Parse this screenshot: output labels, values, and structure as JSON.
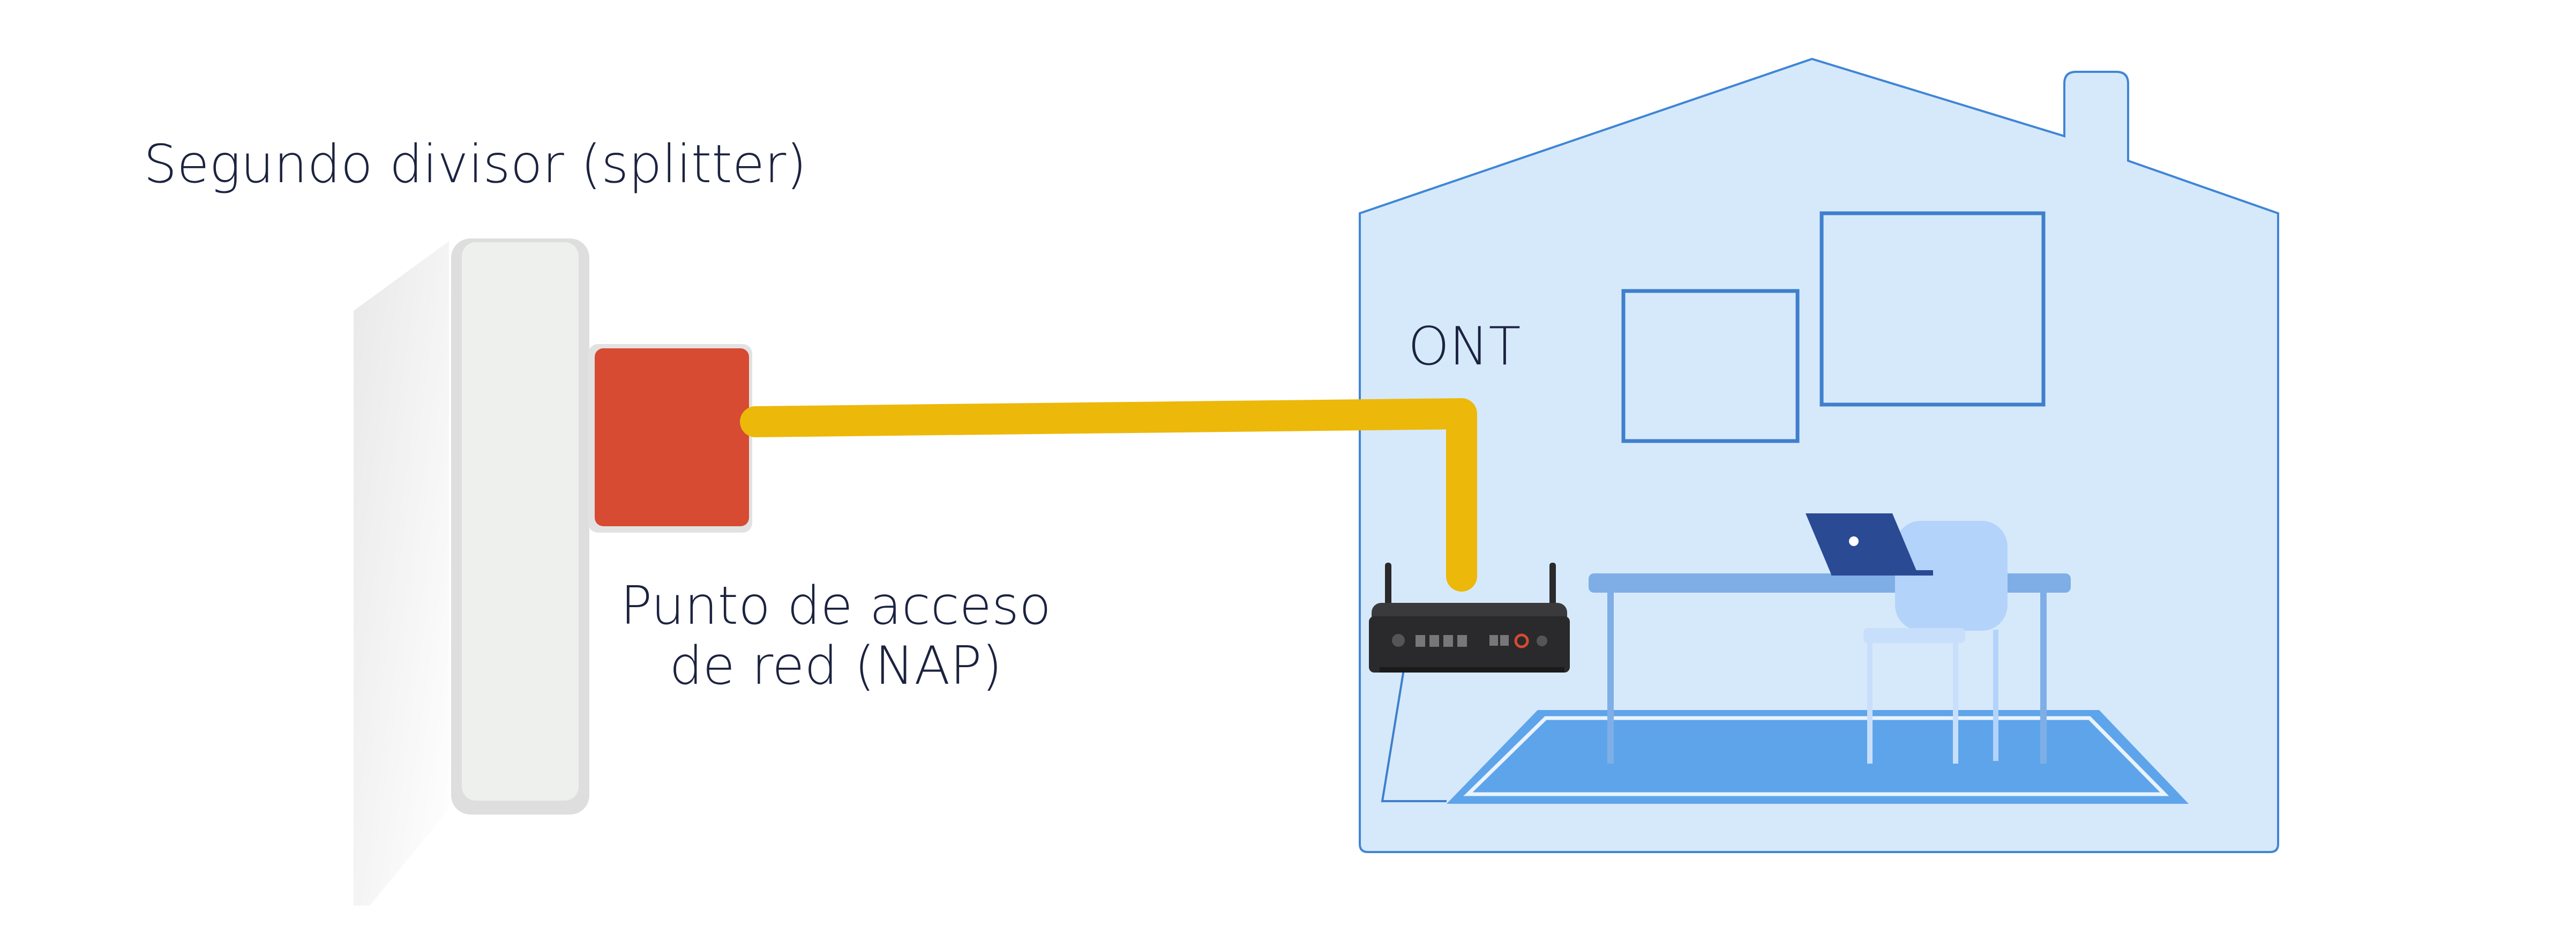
{
  "labels": {
    "splitter": "Segundo divisor (splitter)",
    "nap_line1": "Punto de acceso",
    "nap_line2": "de red (NAP)",
    "ont": "ONT"
  },
  "colors": {
    "background": "#ffffff",
    "text": "#1c2340",
    "splitter_body": "#eef0ee",
    "splitter_border": "#dcdcdc",
    "nap_box": "#d64b32",
    "fiber_cable": "#ecb80a",
    "house_fill": "#d6e9fb",
    "house_outline": "#3f86d6",
    "frame_outline": "#3f7fcc",
    "desk": "#7faee6",
    "chair": "#b3d3fb",
    "laptop": "#2b4a94",
    "rug": "#5ea4ea",
    "router_body": "#2a2a2c"
  },
  "icons": [
    "splitter-box",
    "nap-box",
    "fiber-cable",
    "house",
    "picture-frame",
    "desk",
    "chair",
    "laptop",
    "ont-router",
    "rug"
  ]
}
